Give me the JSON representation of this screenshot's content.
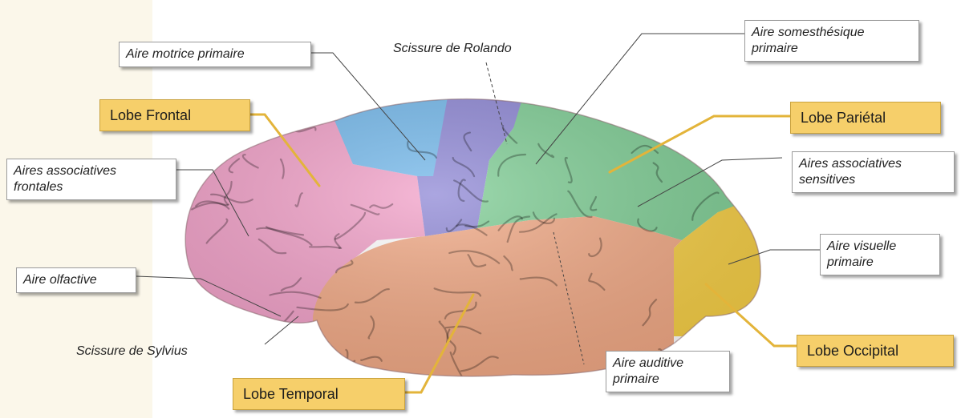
{
  "colors": {
    "frontal": "#f2a0c8",
    "motor": "#74b9ec",
    "rolando_band": "#8f88d6",
    "parietal": "#7fce95",
    "temporal": "#f2a985",
    "occipital": "#f7cf45",
    "lobe_box": "#f6cf6a"
  },
  "labels": {
    "aire_motrice": [
      "Aire motrice primaire"
    ],
    "scissure_rolando": [
      "Scissure de Rolando"
    ],
    "aire_somesthesique": [
      "Aire somesthésique",
      "primaire"
    ],
    "lobe_frontal": [
      "Lobe Frontal"
    ],
    "lobe_parietal": [
      "Lobe Pariétal"
    ],
    "aires_assoc_frontales": [
      "Aires associatives",
      "frontales"
    ],
    "aires_assoc_sensitives": [
      "Aires associatives",
      "sensitives"
    ],
    "aire_visuelle": [
      "Aire visuelle",
      "primaire"
    ],
    "aire_olfactive": [
      "Aire olfactive"
    ],
    "scissure_sylvius": [
      "Scissure de Sylvius"
    ],
    "lobe_occipital": [
      "Lobe Occipital"
    ],
    "aire_auditive": [
      "Aire auditive",
      "primaire"
    ],
    "lobe_temporal": [
      "Lobe Temporal"
    ]
  }
}
